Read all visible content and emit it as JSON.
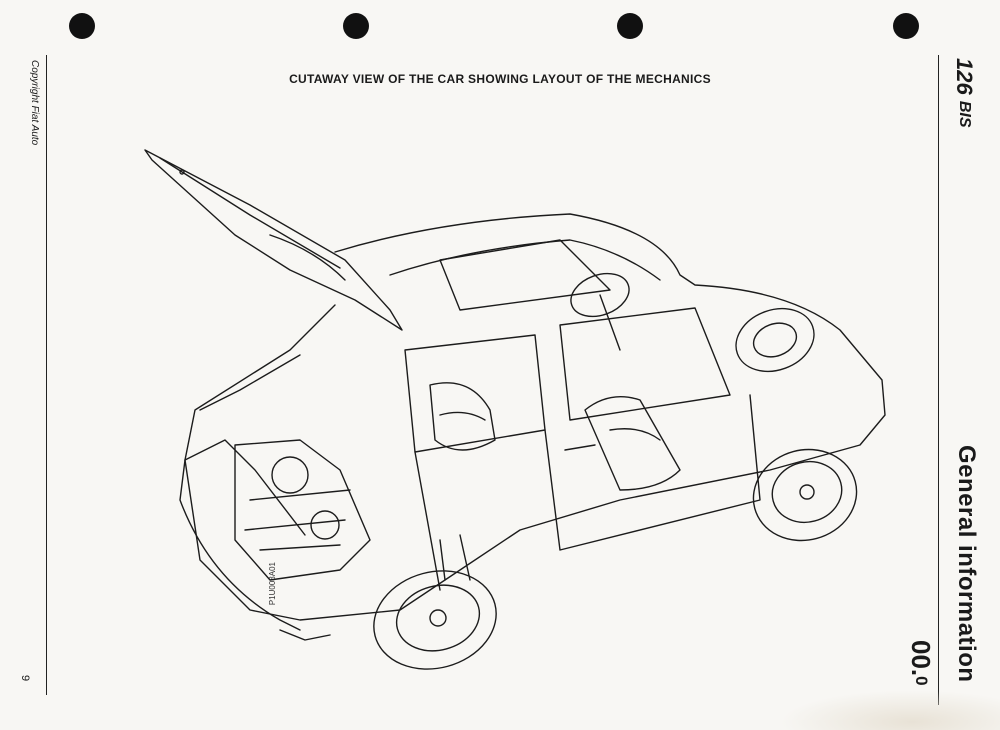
{
  "page": {
    "heading": "CUTAWAY VIEW OF THE CAR SHOWING LAYOUT OF THE MECHANICS",
    "copyright": "Copyright Fiat Auto",
    "page_number": "9",
    "model": "126",
    "model_suffix": "BIS",
    "section_title": "General information",
    "section_code": "00.",
    "section_code_sub": "0",
    "figure_ref": "P1U008A01"
  }
}
